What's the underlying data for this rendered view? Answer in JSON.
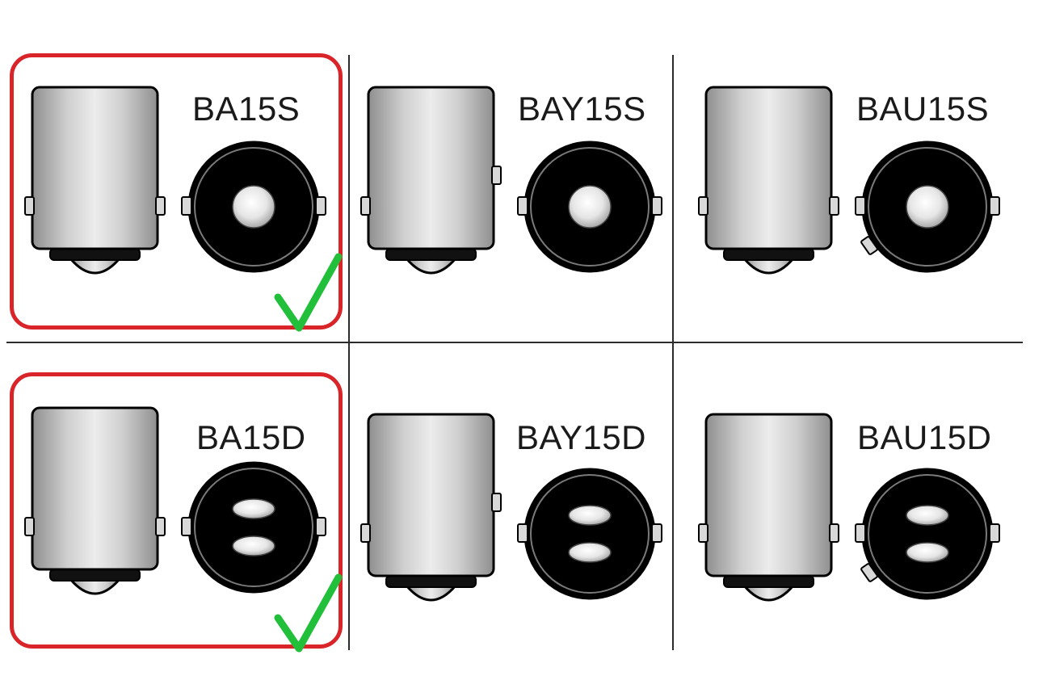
{
  "colors": {
    "highlight": "#d9252a",
    "check": "#22c03a",
    "outline": "#000000",
    "grid": "#2b2b2b"
  },
  "cells": [
    {
      "id": "ba15s",
      "label": "BA15S",
      "pins": "single",
      "lugs": "straight",
      "highlighted": true,
      "check": true,
      "check_icon": "checkmark-icon"
    },
    {
      "id": "bay15s",
      "label": "BAY15S",
      "pins": "single",
      "lugs": "staggered",
      "highlighted": false,
      "check": false
    },
    {
      "id": "bau15s",
      "label": "BAU15S",
      "pins": "single",
      "lugs": "angled",
      "highlighted": false,
      "check": false
    },
    {
      "id": "ba15d",
      "label": "BA15D",
      "pins": "double",
      "lugs": "straight",
      "highlighted": true,
      "check": true,
      "check_icon": "checkmark-icon"
    },
    {
      "id": "bay15d",
      "label": "BAY15D",
      "pins": "double",
      "lugs": "staggered",
      "highlighted": false,
      "check": false
    },
    {
      "id": "bau15d",
      "label": "BAU15D",
      "pins": "double",
      "lugs": "angled",
      "highlighted": false,
      "check": false
    }
  ]
}
